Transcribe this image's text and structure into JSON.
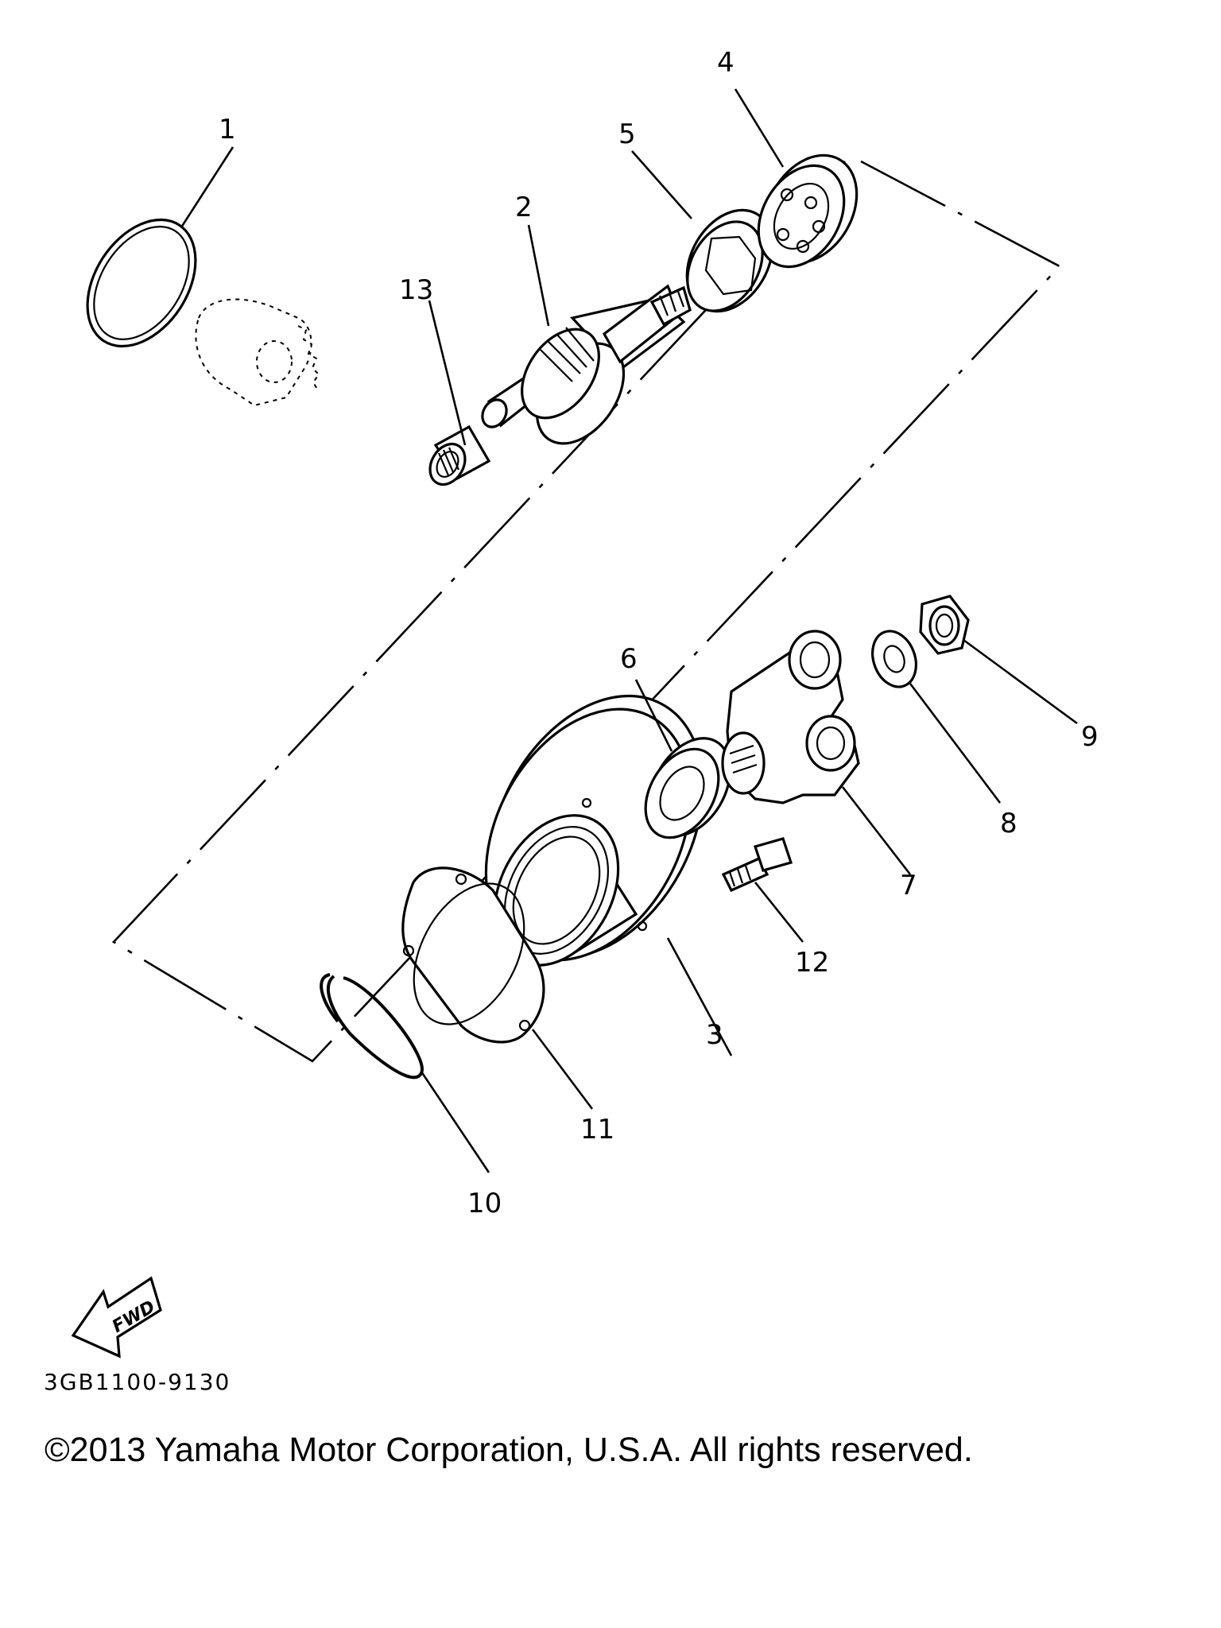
{
  "callouts": [
    "1",
    "2",
    "3",
    "4",
    "5",
    "6",
    "7",
    "8",
    "9",
    "10",
    "11",
    "12",
    "13"
  ],
  "fwd_label": "FWD",
  "diagram_code": "3GB1100-9130",
  "copyright": "©2013 Yamaha Motor Corporation, U.S.A. All rights reserved.",
  "colors": {
    "ink": "#000000",
    "paper": "#ffffff"
  }
}
